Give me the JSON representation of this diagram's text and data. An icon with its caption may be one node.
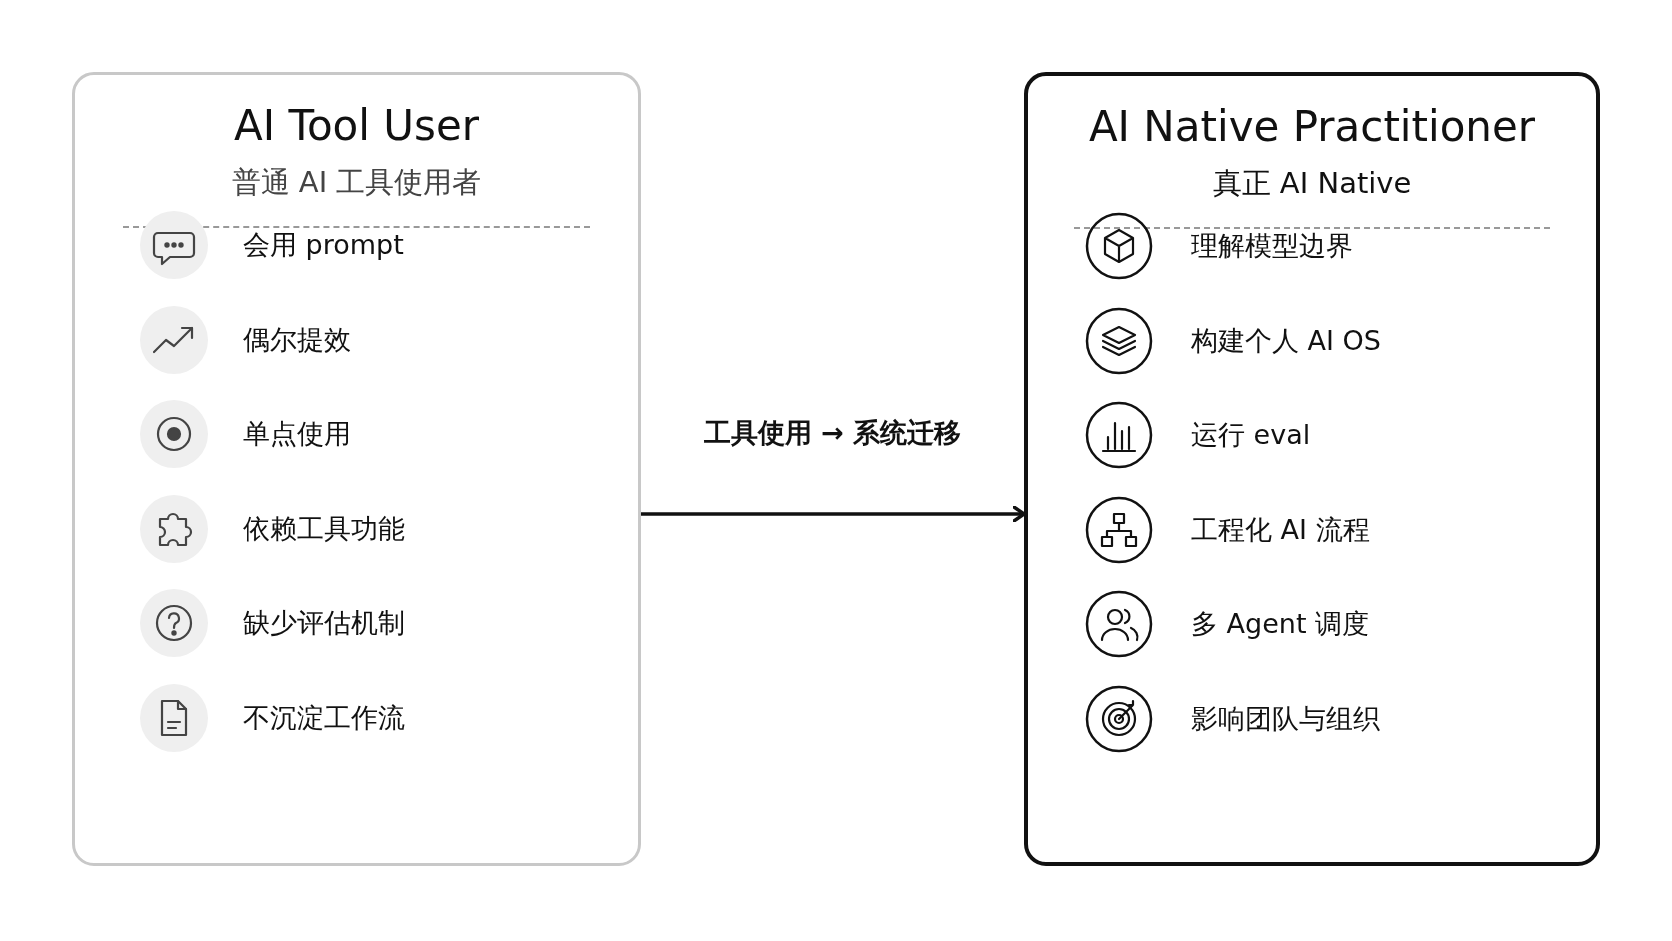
{
  "diagram": {
    "nodes": [
      {
        "text": [
          "AI Tool User",
          "普通 AI 工具使用者"
        ]
      },
      {
        "text": [
          "AI Native Practitioner",
          "真正 AI Native"
        ]
      },
      {
        "text": [
          "会用 prompt"
        ],
        "in": 0
      },
      {
        "text": [
          "偶尔提效"
        ],
        "in": 0
      },
      {
        "text": [
          "单点使用"
        ],
        "in": 0
      },
      {
        "text": [
          "依赖工具功能"
        ],
        "in": 0
      },
      {
        "text": [
          "缺少评估机制"
        ],
        "in": 0
      },
      {
        "text": [
          "不沉淀工作流"
        ],
        "in": 0
      },
      {
        "text": [
          "理解模型边界"
        ],
        "in": 1
      },
      {
        "text": [
          "构建个人 AI OS"
        ],
        "in": 1
      },
      {
        "text": [
          "运行 eval"
        ],
        "in": 1
      },
      {
        "text": [
          "工程化 AI 流程"
        ],
        "in": 1
      },
      {
        "text": [
          "多 Agent 调度"
        ],
        "in": 1
      },
      {
        "text": [
          "影响团队与组织"
        ],
        "in": 1
      }
    ],
    "edges": [
      {
        "from": 0,
        "to": 1,
        "arrow": "to",
        "label": "工具使用 → 系统迁移"
      }
    ]
  }
}
